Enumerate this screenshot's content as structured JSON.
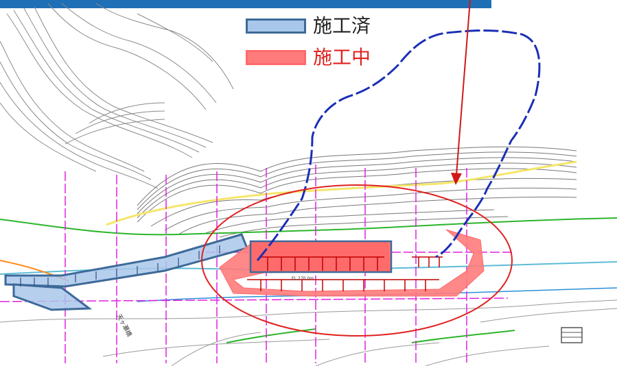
{
  "legend": {
    "completed": {
      "label": "施工済",
      "fill": "#a9c7ea",
      "border": "#3d6a99"
    },
    "in_progress": {
      "label": "施工中",
      "fill": "#ff7b7b",
      "text_color": "#e02020"
    }
  },
  "map_labels": {
    "elevation": "EL.270.0m",
    "bridge": "天ヶ瀬橋"
  },
  "colors": {
    "header_bar": "#1f6fb6",
    "landslide_boundary": "#1a2fb5",
    "target_ellipse": "#e02020",
    "arrow": "#d01818",
    "grid_lines": "#e020e0",
    "road": "#f5e66a"
  }
}
